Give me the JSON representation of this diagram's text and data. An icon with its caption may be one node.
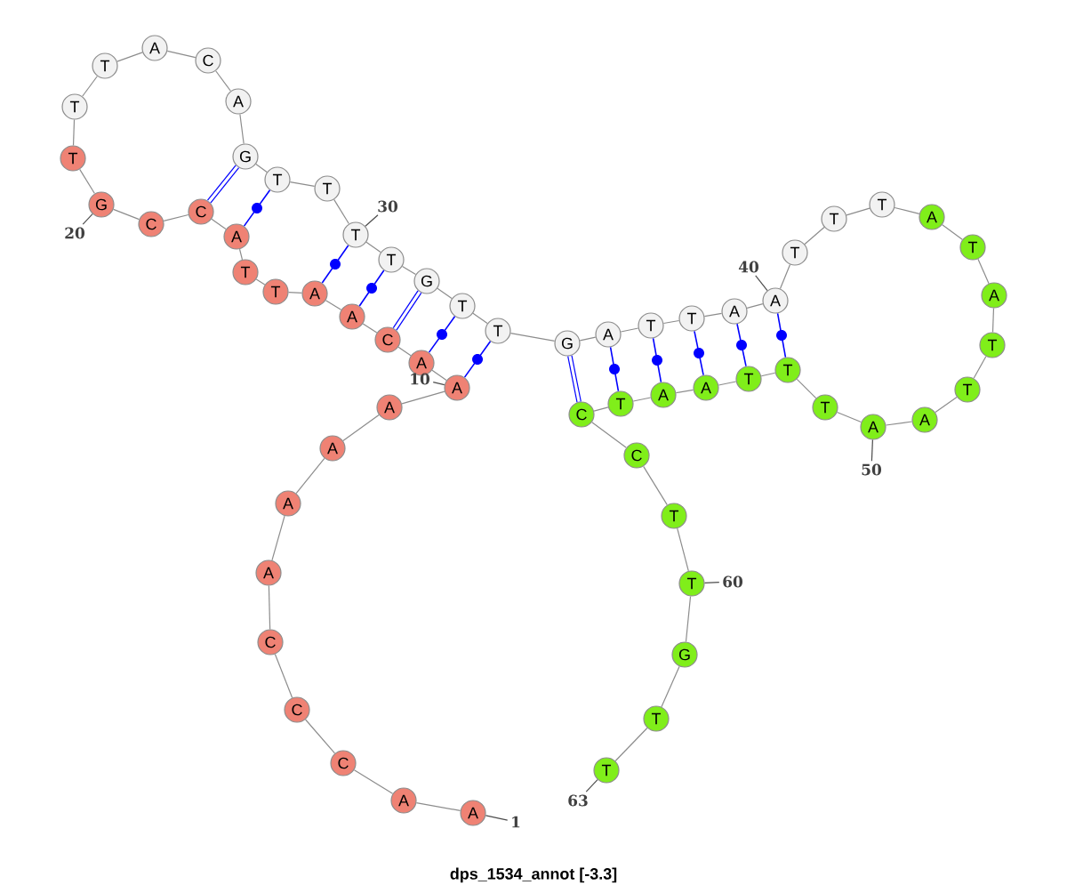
{
  "diagram": {
    "title": "dps_1534_annot [-3.3]",
    "nodes": [
      {
        "text": [
          "A"
        ]
      },
      {
        "text": [
          "A"
        ]
      },
      {
        "text": [
          "C"
        ]
      },
      {
        "text": [
          "C"
        ]
      },
      {
        "text": [
          "C"
        ]
      },
      {
        "text": [
          "A"
        ]
      },
      {
        "text": [
          "A"
        ]
      },
      {
        "text": [
          "A"
        ]
      },
      {
        "text": [
          "A"
        ]
      },
      {
        "text": [
          "A"
        ]
      },
      {
        "text": [
          "A"
        ]
      },
      {
        "text": [
          "C"
        ]
      },
      {
        "text": [
          "A"
        ]
      },
      {
        "text": [
          "A"
        ]
      },
      {
        "text": [
          "T"
        ]
      },
      {
        "text": [
          "T"
        ]
      },
      {
        "text": [
          "A"
        ]
      },
      {
        "text": [
          "C"
        ]
      },
      {
        "text": [
          "C"
        ]
      },
      {
        "text": [
          "G"
        ]
      },
      {
        "text": [
          "T"
        ]
      },
      {
        "text": [
          "T"
        ]
      },
      {
        "text": [
          "T"
        ]
      },
      {
        "text": [
          "A"
        ]
      },
      {
        "text": [
          "C"
        ]
      },
      {
        "text": [
          "A"
        ]
      },
      {
        "text": [
          "G"
        ]
      },
      {
        "text": [
          "T"
        ]
      },
      {
        "text": [
          "T"
        ]
      },
      {
        "text": [
          "T"
        ]
      },
      {
        "text": [
          "T"
        ]
      },
      {
        "text": [
          "G"
        ]
      },
      {
        "text": [
          "T"
        ]
      },
      {
        "text": [
          "T"
        ]
      },
      {
        "text": [
          "G"
        ]
      },
      {
        "text": [
          "A"
        ]
      },
      {
        "text": [
          "T"
        ]
      },
      {
        "text": [
          "T"
        ]
      },
      {
        "text": [
          "A"
        ]
      },
      {
        "text": [
          "A"
        ]
      },
      {
        "text": [
          "T"
        ]
      },
      {
        "text": [
          "T"
        ]
      },
      {
        "text": [
          "T"
        ]
      },
      {
        "text": [
          "A"
        ]
      },
      {
        "text": [
          "T"
        ]
      },
      {
        "text": [
          "A"
        ]
      },
      {
        "text": [
          "T"
        ]
      },
      {
        "text": [
          "T"
        ]
      },
      {
        "text": [
          "A"
        ]
      },
      {
        "text": [
          "A"
        ]
      },
      {
        "text": [
          "T"
        ]
      },
      {
        "text": [
          "T"
        ]
      },
      {
        "text": [
          "T"
        ]
      },
      {
        "text": [
          "A"
        ]
      },
      {
        "text": [
          "A"
        ]
      },
      {
        "text": [
          "T"
        ]
      },
      {
        "text": [
          "C"
        ]
      },
      {
        "text": [
          "C"
        ]
      },
      {
        "text": [
          "T"
        ]
      },
      {
        "text": [
          "T"
        ]
      },
      {
        "text": [
          "G"
        ]
      },
      {
        "text": [
          "T"
        ]
      },
      {
        "text": [
          "T"
        ]
      },
      {
        "text": [
          "1"
        ]
      },
      {
        "text": [
          "10"
        ]
      },
      {
        "text": [
          "20"
        ]
      },
      {
        "text": [
          "30"
        ]
      },
      {
        "text": [
          "40"
        ]
      },
      {
        "text": [
          "50"
        ]
      },
      {
        "text": [
          "60"
        ]
      },
      {
        "text": [
          "63"
        ]
      }
    ],
    "edges": [
      {
        "from": 0,
        "to": 1,
        "arrow": "none"
      },
      {
        "from": 1,
        "to": 2,
        "arrow": "none"
      },
      {
        "from": 2,
        "to": 3,
        "arrow": "none"
      },
      {
        "from": 3,
        "to": 4,
        "arrow": "none"
      },
      {
        "from": 4,
        "to": 5,
        "arrow": "none"
      },
      {
        "from": 5,
        "to": 6,
        "arrow": "none"
      },
      {
        "from": 6,
        "to": 7,
        "arrow": "none"
      },
      {
        "from": 7,
        "to": 8,
        "arrow": "none"
      },
      {
        "from": 8,
        "to": 9,
        "arrow": "none"
      },
      {
        "from": 9,
        "to": 10,
        "arrow": "none"
      },
      {
        "from": 10,
        "to": 11,
        "arrow": "none"
      },
      {
        "from": 11,
        "to": 12,
        "arrow": "none"
      },
      {
        "from": 12,
        "to": 13,
        "arrow": "none"
      },
      {
        "from": 13,
        "to": 14,
        "arrow": "none"
      },
      {
        "from": 14,
        "to": 15,
        "arrow": "none"
      },
      {
        "from": 15,
        "to": 16,
        "arrow": "none"
      },
      {
        "from": 16,
        "to": 17,
        "arrow": "none"
      },
      {
        "from": 17,
        "to": 18,
        "arrow": "none"
      },
      {
        "from": 18,
        "to": 19,
        "arrow": "none"
      },
      {
        "from": 19,
        "to": 20,
        "arrow": "none"
      },
      {
        "from": 20,
        "to": 21,
        "arrow": "none"
      },
      {
        "from": 21,
        "to": 22,
        "arrow": "none"
      },
      {
        "from": 22,
        "to": 23,
        "arrow": "none"
      },
      {
        "from": 23,
        "to": 24,
        "arrow": "none"
      },
      {
        "from": 24,
        "to": 25,
        "arrow": "none"
      },
      {
        "from": 25,
        "to": 26,
        "arrow": "none"
      },
      {
        "from": 26,
        "to": 27,
        "arrow": "none"
      },
      {
        "from": 27,
        "to": 28,
        "arrow": "none"
      },
      {
        "from": 28,
        "to": 29,
        "arrow": "none"
      },
      {
        "from": 29,
        "to": 30,
        "arrow": "none"
      },
      {
        "from": 30,
        "to": 31,
        "arrow": "none"
      },
      {
        "from": 31,
        "to": 32,
        "arrow": "none"
      },
      {
        "from": 32,
        "to": 33,
        "arrow": "none"
      },
      {
        "from": 33,
        "to": 34,
        "arrow": "none"
      },
      {
        "from": 34,
        "to": 35,
        "arrow": "none"
      },
      {
        "from": 35,
        "to": 36,
        "arrow": "none"
      },
      {
        "from": 36,
        "to": 37,
        "arrow": "none"
      },
      {
        "from": 37,
        "to": 38,
        "arrow": "none"
      },
      {
        "from": 38,
        "to": 39,
        "arrow": "none"
      },
      {
        "from": 39,
        "to": 40,
        "arrow": "none"
      },
      {
        "from": 40,
        "to": 41,
        "arrow": "none"
      },
      {
        "from": 41,
        "to": 42,
        "arrow": "none"
      },
      {
        "from": 42,
        "to": 43,
        "arrow": "none"
      },
      {
        "from": 43,
        "to": 44,
        "arrow": "none"
      },
      {
        "from": 44,
        "to": 45,
        "arrow": "none"
      },
      {
        "from": 45,
        "to": 46,
        "arrow": "none"
      },
      {
        "from": 46,
        "to": 47,
        "arrow": "none"
      },
      {
        "from": 47,
        "to": 48,
        "arrow": "none"
      },
      {
        "from": 48,
        "to": 49,
        "arrow": "none"
      },
      {
        "from": 49,
        "to": 50,
        "arrow": "none"
      },
      {
        "from": 50,
        "to": 51,
        "arrow": "none"
      },
      {
        "from": 51,
        "to": 52,
        "arrow": "none"
      },
      {
        "from": 52,
        "to": 53,
        "arrow": "none"
      },
      {
        "from": 53,
        "to": 54,
        "arrow": "none"
      },
      {
        "from": 54,
        "to": 55,
        "arrow": "none"
      },
      {
        "from": 55,
        "to": 56,
        "arrow": "none"
      },
      {
        "from": 56,
        "to": 57,
        "arrow": "none"
      },
      {
        "from": 57,
        "to": 58,
        "arrow": "none"
      },
      {
        "from": 58,
        "to": 59,
        "arrow": "none"
      },
      {
        "from": 59,
        "to": 60,
        "arrow": "none"
      },
      {
        "from": 60,
        "to": 61,
        "arrow": "none"
      },
      {
        "from": 61,
        "to": 62,
        "arrow": "none"
      },
      {
        "from": 9,
        "to": 33,
        "arrow": "none",
        "color": "#0000ff"
      },
      {
        "from": 10,
        "to": 32,
        "arrow": "none",
        "color": "#0000ff"
      },
      {
        "from": 11,
        "to": 31,
        "arrow": "none",
        "style": "thick",
        "color": "#0000ff"
      },
      {
        "from": 12,
        "to": 30,
        "arrow": "none",
        "color": "#0000ff"
      },
      {
        "from": 13,
        "to": 29,
        "arrow": "none",
        "color": "#0000ff"
      },
      {
        "from": 16,
        "to": 27,
        "arrow": "none",
        "color": "#0000ff"
      },
      {
        "from": 17,
        "to": 26,
        "arrow": "none",
        "style": "thick",
        "color": "#0000ff"
      },
      {
        "from": 34,
        "to": 56,
        "arrow": "none",
        "style": "thick",
        "color": "#0000ff"
      },
      {
        "from": 35,
        "to": 55,
        "arrow": "none",
        "color": "#0000ff"
      },
      {
        "from": 36,
        "to": 54,
        "arrow": "none",
        "color": "#0000ff"
      },
      {
        "from": 37,
        "to": 53,
        "arrow": "none",
        "color": "#0000ff"
      },
      {
        "from": 38,
        "to": 52,
        "arrow": "none",
        "color": "#0000ff"
      },
      {
        "from": 39,
        "to": 51,
        "arrow": "none",
        "color": "#0000ff"
      },
      {
        "from": 63,
        "to": 0,
        "arrow": "none"
      },
      {
        "from": 64,
        "to": 9,
        "arrow": "none"
      },
      {
        "from": 65,
        "to": 19,
        "arrow": "none"
      },
      {
        "from": 66,
        "to": 29,
        "arrow": "none"
      },
      {
        "from": 67,
        "to": 39,
        "arrow": "none"
      },
      {
        "from": 68,
        "to": 49,
        "arrow": "none"
      },
      {
        "from": 69,
        "to": 59,
        "arrow": "none"
      },
      {
        "from": 70,
        "to": 62,
        "arrow": "none"
      }
    ]
  }
}
